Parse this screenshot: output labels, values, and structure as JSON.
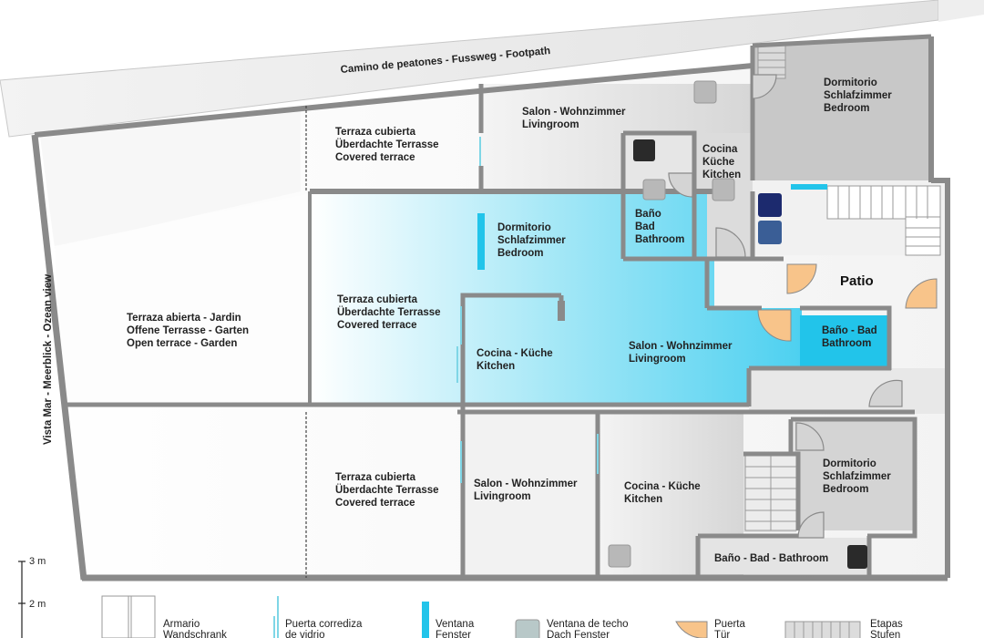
{
  "footpath": "Camino de peatones - Fussweg - Footpath",
  "view": "Vista Mar - Meerblick - Ozean view",
  "rooms": {
    "garden": [
      "Terraza abierta - Jardin",
      "Offene Terrasse - Garten",
      "Open terrace - Garden"
    ],
    "terrace_top": [
      "Terraza cubierta",
      "Überdachte Terrasse",
      "Covered terrace"
    ],
    "terrace_mid": [
      "Terraza cubierta",
      "Überdachte Terrasse",
      "Covered terrace"
    ],
    "terrace_bottom": [
      "Terraza cubierta",
      "Überdachte Terrasse",
      "Covered terrace"
    ],
    "living_top": [
      "Salon - Wohnzimmer",
      "Livingroom"
    ],
    "bedroom_top_right": [
      "Dormitorio",
      "Schlafzimmer",
      "Bedroom"
    ],
    "kitchen_top": [
      "Cocina",
      "Küche",
      "Kitchen"
    ],
    "bath_top": [
      "Baño",
      "Bad",
      "Bathroom"
    ],
    "bedroom_mid": [
      "Dormitorio",
      "Schlafzimmer",
      "Bedroom"
    ],
    "patio": "Patio",
    "bath_mid": [
      "Baño - Bad",
      "Bathroom"
    ],
    "kitchen_mid": [
      "Cocina - Küche",
      "Kitchen"
    ],
    "living_mid": [
      "Salon - Wohnzimmer",
      "Livingroom"
    ],
    "living_bottom": [
      "Salon - Wohnzimmer",
      "Livingroom"
    ],
    "kitchen_bottom": [
      "Cocina - Küche",
      "Kitchen"
    ],
    "bedroom_bottom": [
      "Dormitorio",
      "Schlafzimmer",
      "Bedroom"
    ],
    "bath_bottom": "Baño - Bad - Bathroom"
  },
  "scale": {
    "m3": "3 m",
    "m2": "2 m"
  },
  "legend": {
    "wardrobe": [
      "Armario",
      "Wandschrank"
    ],
    "sliding": [
      "Puerta corrediza",
      "de vidrio"
    ],
    "window": [
      "Ventana",
      "Fenster"
    ],
    "roof_window": [
      "Ventana de techo",
      "Dach Fenster"
    ],
    "door": [
      "Puerta",
      "Tür"
    ],
    "stairs": [
      "Etapas",
      "Stufen"
    ]
  },
  "colors": {
    "wall": "#8a8a8a",
    "highlight": "#22c4ea",
    "door": "#f8c48a",
    "floor": "#e6e6e6",
    "navy": "#1c2a6e",
    "blue": "#3a5e96"
  }
}
